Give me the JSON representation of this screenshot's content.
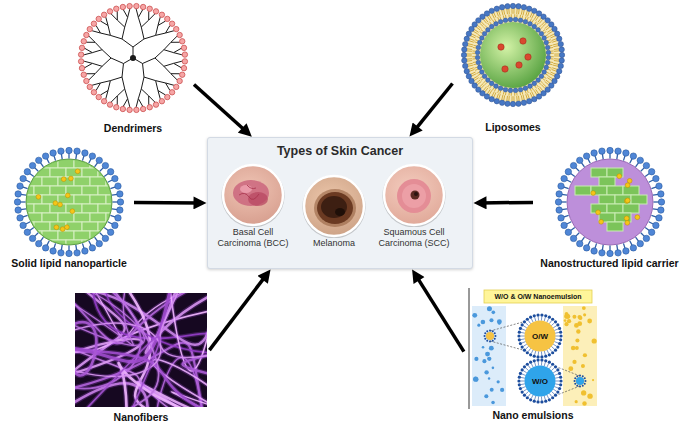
{
  "diagram": {
    "nodes": [
      {
        "text": [
          "Dendrimers"
        ]
      },
      {
        "text": [
          "Liposomes"
        ]
      },
      {
        "text": [
          "Solid lipid nanoparticle"
        ]
      },
      {
        "text": [
          "Types of Skin Cancer"
        ]
      },
      {
        "text": [
          "Basal Cell Carcinoma (BCC)"
        ],
        "in": 3
      },
      {
        "text": [
          "Melanoma"
        ],
        "in": 3
      },
      {
        "text": [
          "Squamous Cell Carcinoma (SCC)"
        ],
        "in": 3
      },
      {
        "text": [
          "Nanostructured lipid carrier"
        ]
      },
      {
        "text": [
          "Nanofibers"
        ]
      },
      {
        "text": [
          "Nano emulsions"
        ]
      }
    ],
    "edges": [
      {
        "from": 0,
        "to": 3,
        "arrow": "to"
      },
      {
        "from": 1,
        "to": 3,
        "arrow": "to"
      },
      {
        "from": 2,
        "to": 3,
        "arrow": "to"
      },
      {
        "from": 7,
        "to": 3,
        "arrow": "to"
      },
      {
        "from": 8,
        "to": 3,
        "arrow": "to"
      },
      {
        "from": 9,
        "to": 3,
        "arrow": "to"
      }
    ],
    "labels": [
      "W/O & O/W Nanoemulsion",
      "O/W",
      "W/O"
    ]
  }
}
